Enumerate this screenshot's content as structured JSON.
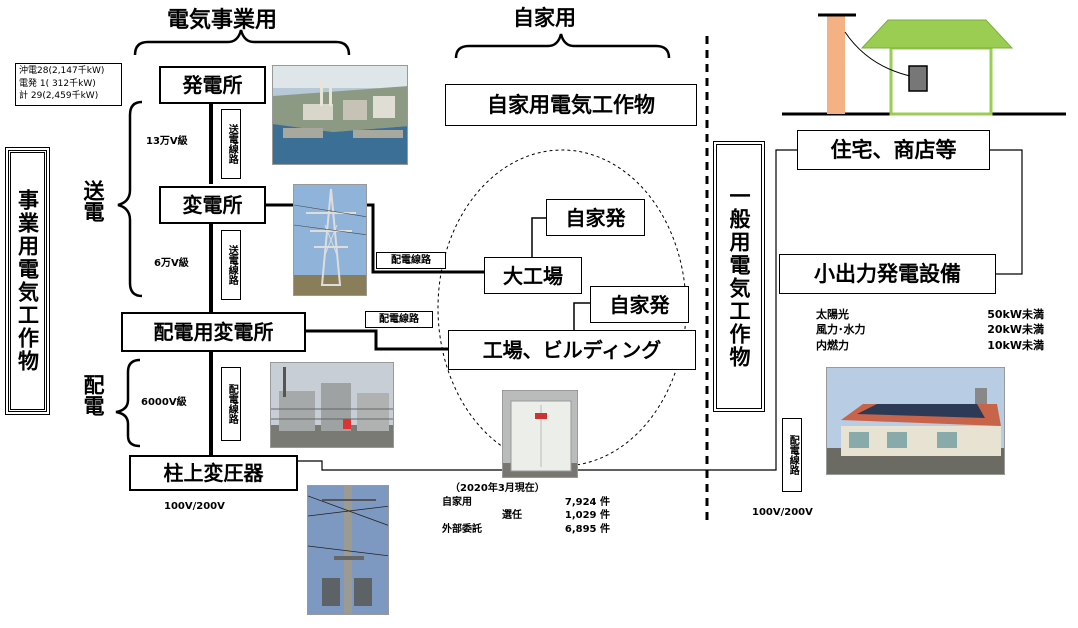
{
  "headers": {
    "utility": "電気事業用",
    "private": "自家用"
  },
  "capacity_box": {
    "line1": "沖電28(2,147千kW)",
    "line2": "電発 1( 312千kW)",
    "line3": "計 29(2,459千kW)"
  },
  "left_side_label": "事業用電気工作物",
  "sections": {
    "transmission": "送電",
    "distribution": "配電"
  },
  "nodes": {
    "power_plant": "発電所",
    "substation": "変電所",
    "distribution_substation": "配電用変電所",
    "pole_transformer": "柱上変圧器",
    "private_facility": "自家用電気工作物",
    "self_gen_1": "自家発",
    "large_factory": "大工場",
    "self_gen_2": "自家発",
    "factory_building": "工場、ビルディング",
    "general_facility": "一般用電気工作物",
    "residence_shop": "住宅、商店等",
    "small_generation": "小出力発電設備"
  },
  "voltages": {
    "v130k": "13万V級",
    "v60k": "6万V級",
    "v6000": "6000V級",
    "low_left": "100V/200V",
    "low_right": "100V/200V"
  },
  "line_labels": {
    "transmission_line_1": "送電線路",
    "transmission_line_2": "送電線路",
    "distribution_line_main": "配電線路",
    "distribution_line_factory": "配電線路",
    "distribution_line_building": "配電線路",
    "distribution_line_home": "配電線路"
  },
  "stats": {
    "as_of": "（2020年3月現在）",
    "rows": [
      {
        "label": "自家用",
        "value": "7,924 件"
      },
      {
        "label": "選任",
        "value": "1,029 件"
      },
      {
        "label": "外部委託",
        "value": "6,895 件"
      }
    ]
  },
  "small_generation_limits": [
    {
      "type": "太陽光",
      "limit": "50kW未満"
    },
    {
      "type": "風力･水力",
      "limit": "20kW未満"
    },
    {
      "type": "内燃力",
      "limit": "10kW未満"
    }
  ],
  "colors": {
    "house_roof": "#9acd52",
    "pole": "#f4b183",
    "line": "#000000"
  }
}
